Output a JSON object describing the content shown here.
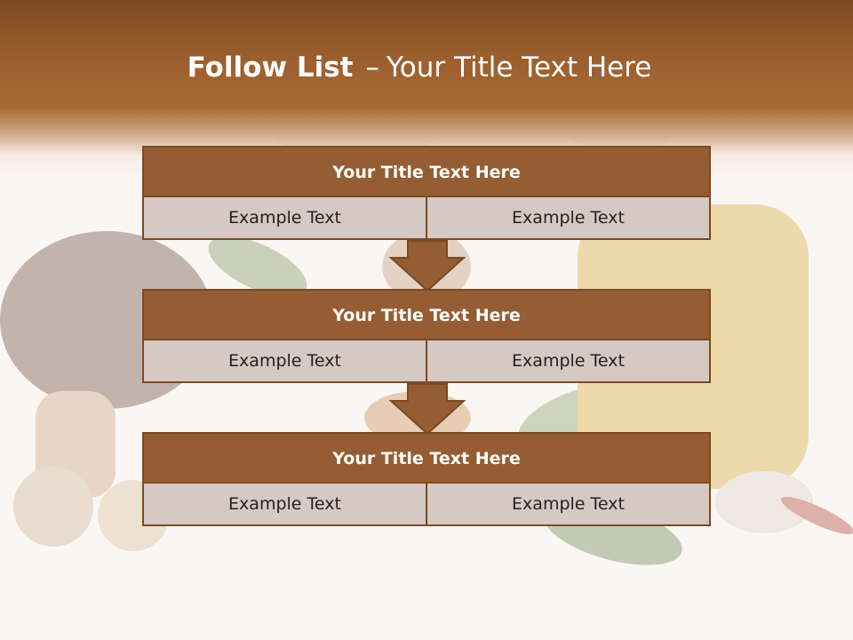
{
  "slide": {
    "title_bold": "Follow List",
    "title_rest": "Your Title Text Here",
    "separator": "–"
  },
  "blocks": [
    {
      "title": "Your Title Text Here",
      "left": "Example Text",
      "right": "Example Text"
    },
    {
      "title": "Your Title Text Here",
      "left": "Example Text",
      "right": "Example Text"
    },
    {
      "title": "Your Title Text Here",
      "left": "Example Text",
      "right": "Example Text"
    }
  ],
  "colors": {
    "header_brown": "#9a5d2c",
    "block_header": "#955d33",
    "block_border": "#7b4a25",
    "block_cell": "#d6c8c2"
  }
}
